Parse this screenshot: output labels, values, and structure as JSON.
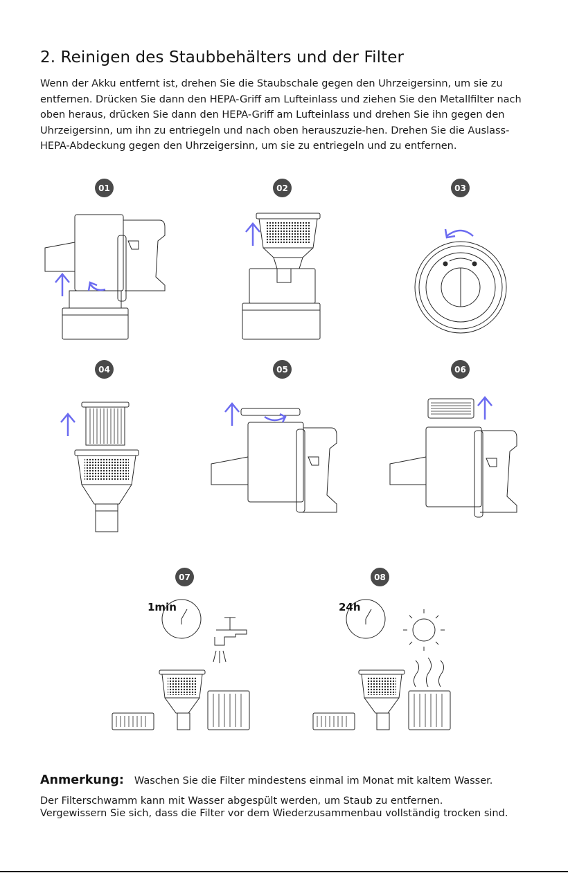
{
  "section": {
    "title": "2. Reinigen des Staubbehälters und der Filter",
    "intro": "Wenn der Akku entfernt ist, drehen Sie die Staubschale gegen den Uhrzeigersinn, um sie zu entfernen. Drücken Sie dann den HEPA-Griff am Lufteinlass und ziehen Sie den Metallfilter nach oben heraus, drücken Sie dann den HEPA-Griff am Lufteinlass und drehen Sie ihn gegen den Uhrzeigersinn, um ihn zu entriegeln und nach oben herauszuzie-hen. Drehen Sie die Auslass-HEPA-Abdeckung gegen den Uhrzeigersinn, um sie zu entriegeln und zu entfernen."
  },
  "steps": [
    {
      "number": "01",
      "illustration": "vacuum-dustbin-removal"
    },
    {
      "number": "02",
      "illustration": "metal-filter-removal"
    },
    {
      "number": "03",
      "illustration": "cover-rotate"
    },
    {
      "number": "04",
      "illustration": "hepa-filter-removal"
    },
    {
      "number": "05",
      "illustration": "exhaust-cover-unlock"
    },
    {
      "number": "06",
      "illustration": "exhaust-hepa-removal"
    },
    {
      "number": "07",
      "illustration": "rinse-with-water",
      "timer": "1min"
    },
    {
      "number": "08",
      "illustration": "dry-in-sun",
      "timer": "24h"
    }
  ],
  "note": {
    "label": "Anmerkung:",
    "text": "Waschen Sie die Filter mindestens einmal im Monat mit kaltem Wasser.",
    "line1": "Der Filterschwamm kann mit Wasser abgespült werden, um Staub zu entfernen.",
    "line2": "Vergewissern Sie sich, dass die Filter vor dem Wiederzusammenbau vollständig trocken sind."
  },
  "colors": {
    "accent_arrow": "#6b6bf0",
    "badge": "#4a4a4a",
    "line": "#2a2a2a"
  }
}
